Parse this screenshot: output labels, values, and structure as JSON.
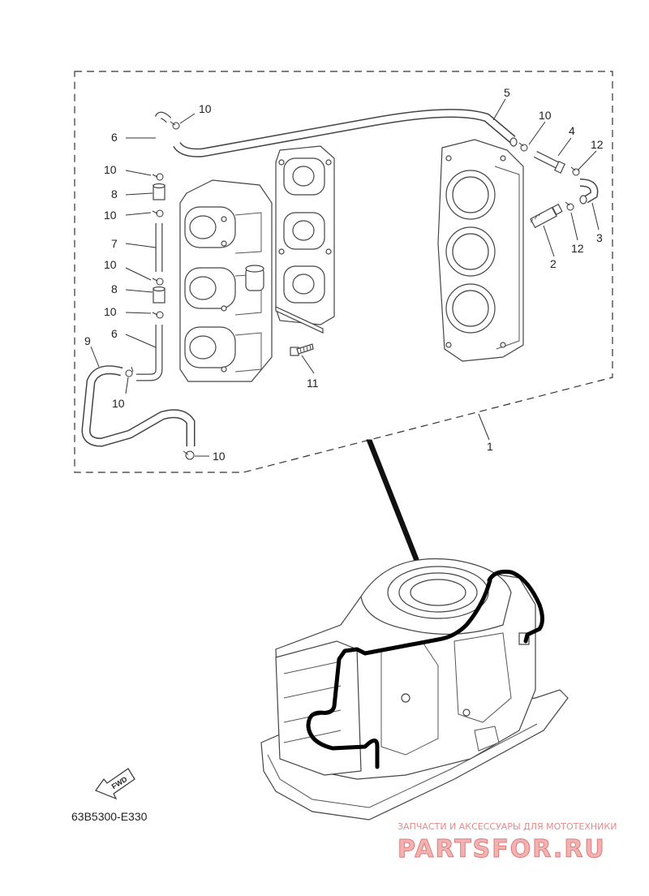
{
  "callouts": {
    "c1": "1",
    "c2": "2",
    "c3": "3",
    "c4": "4",
    "c5": "5",
    "c6a": "6",
    "c6b": "6",
    "c7": "7",
    "c8a": "8",
    "c8b": "8",
    "c9": "9",
    "c10a": "10",
    "c10b": "10",
    "c10c": "10",
    "c10d": "10",
    "c10e": "10",
    "c10f": "10",
    "c10g": "10",
    "c10h": "10",
    "c11": "11",
    "c12a": "12",
    "c12b": "12"
  },
  "fwd_label": "FWD",
  "diagram_code": "63B5300-E330",
  "watermark": {
    "tagline": "ЗАПЧАСТИ И АКСЕССУАРЫ ДЛЯ МОТОТЕХНИКИ",
    "brand": "PARTSFOR.RU"
  },
  "colors": {
    "line": "#333333",
    "hose_highlight": "#000000",
    "watermark": "#e07a7a"
  }
}
